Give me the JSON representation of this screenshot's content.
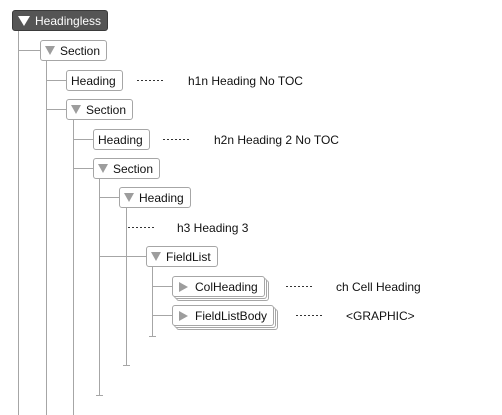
{
  "tree": {
    "root_label": "Headingless",
    "section_1_label": "Section",
    "heading_1_label": "Heading",
    "heading_1_value": "h1n Heading No TOC",
    "section_2_label": "Section",
    "heading_2_label": "Heading",
    "heading_2_value": "h2n Heading 2 No TOC",
    "section_3_label": "Section",
    "heading_3_label": "Heading",
    "heading_3_value": "h3 Heading 3",
    "fieldlist_label": "FieldList",
    "colheading_label": "ColHeading",
    "colheading_value": "ch Cell Heading",
    "fieldlistbody_label": "FieldListBody",
    "fieldlistbody_value": "<GRAPHIC>"
  },
  "colors": {
    "root_fill": "#555555",
    "line": "#a6a6a6",
    "toggle": "#9d9d9d"
  },
  "icons": {
    "expanded": "triangle-down-icon",
    "collapsed": "triangle-right-icon"
  }
}
